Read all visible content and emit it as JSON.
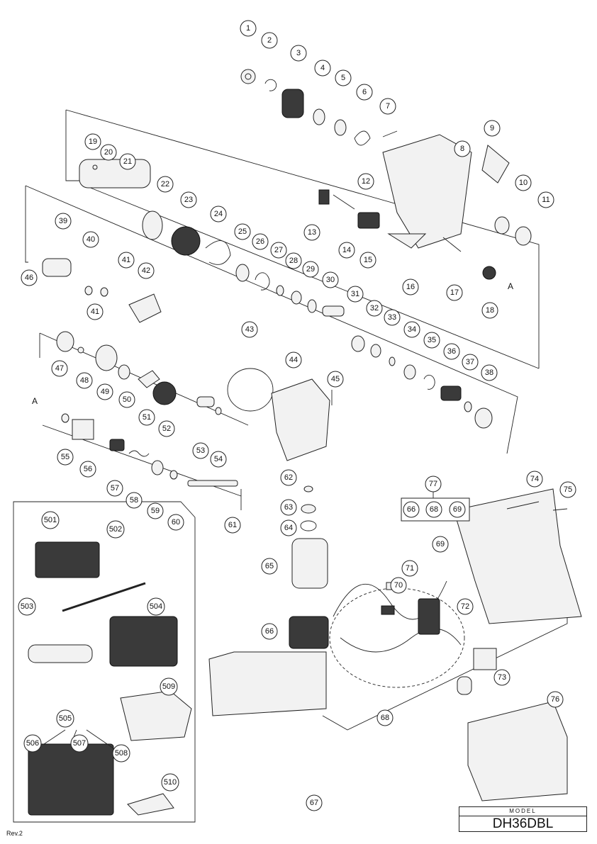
{
  "model_label": "MODEL",
  "model_name": "DH36DBL",
  "revision": "Rev.2",
  "ref_marks": [
    "A",
    "A"
  ],
  "kit_group": {
    "number": "77",
    "contents": [
      "66",
      "68",
      "69"
    ]
  },
  "part_numbers": [
    "1",
    "2",
    "3",
    "4",
    "5",
    "6",
    "7",
    "8",
    "9",
    "10",
    "11",
    "12",
    "13",
    "14",
    "15",
    "16",
    "17",
    "18",
    "19",
    "20",
    "21",
    "22",
    "23",
    "24",
    "25",
    "26",
    "27",
    "28",
    "29",
    "30",
    "31",
    "32",
    "33",
    "34",
    "35",
    "36",
    "37",
    "38",
    "39",
    "40",
    "41",
    "41",
    "42",
    "43",
    "44",
    "45",
    "46",
    "47",
    "48",
    "49",
    "50",
    "51",
    "52",
    "53",
    "54",
    "55",
    "56",
    "57",
    "58",
    "59",
    "60",
    "61",
    "62",
    "63",
    "64",
    "65",
    "66",
    "67",
    "68",
    "69",
    "70",
    "71",
    "72",
    "73",
    "74",
    "75",
    "76",
    "501",
    "502",
    "503",
    "504",
    "505",
    "506",
    "507",
    "508",
    "509",
    "510"
  ]
}
